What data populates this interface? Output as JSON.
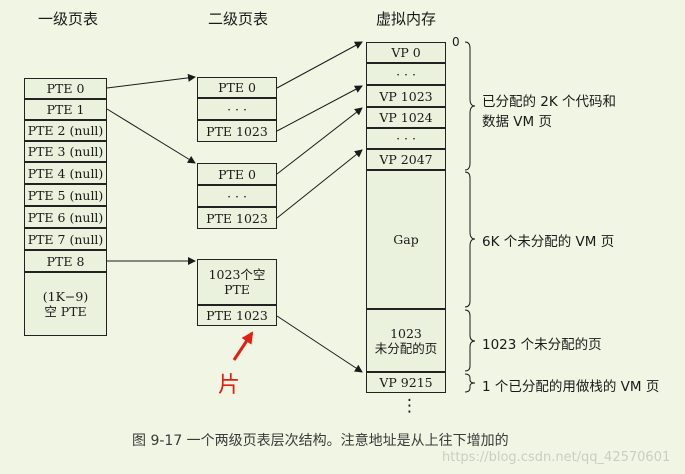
{
  "headers": {
    "l1": "一级页表",
    "l2": "二级页表",
    "vm": "虚拟内存"
  },
  "l1_entries": [
    "PTE 0",
    "PTE 1",
    "PTE 2 (null)",
    "PTE 3 (null)",
    "PTE 4 (null)",
    "PTE 5 (null)",
    "PTE 6 (null)",
    "PTE 7 (null)",
    "PTE 8"
  ],
  "l1_empty": "(1K−9)\n空 PTE",
  "l2_a": [
    "PTE 0",
    "· · ·",
    "PTE 1023"
  ],
  "l2_b": [
    "PTE 0",
    "· · ·",
    "PTE 1023"
  ],
  "l2_c": [
    "1023个空\nPTE",
    "PTE 1023"
  ],
  "vm": [
    "VP 0",
    "· · ·",
    "VP 1023",
    "VP 1024",
    "· · ·",
    "VP 2047",
    "Gap",
    "1023\n未分配的页",
    "VP 9215"
  ],
  "vm_zero": "0",
  "vm_more": "⋮",
  "annotations": {
    "a1": "已分配的 2K 个代码和\n数据 VM 页",
    "a2": "6K 个未分配的 VM 页",
    "a3": "1023 个未分配的页",
    "a4": "1 个已分配的用做栈的 VM 页"
  },
  "red_label": "片",
  "caption": "图 9-17   一个两级页表层次结构。注意地址是从上往下增加的",
  "watermark": "https://blog.csdn.net/qq_42570601"
}
